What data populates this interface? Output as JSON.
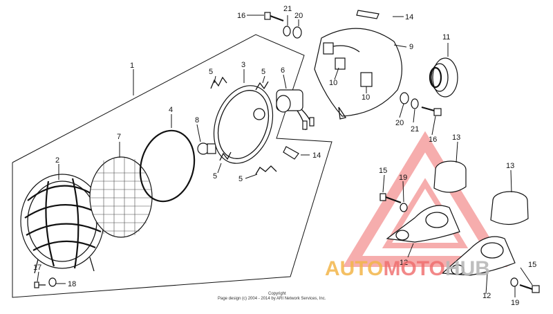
{
  "labels": {
    "p1": "1",
    "p2": "2",
    "p3": "3",
    "p4": "4",
    "p5a": "5",
    "p5b": "5",
    "p5c": "5",
    "p5d": "5",
    "p6": "6",
    "p7": "7",
    "p8": "8",
    "p9": "9",
    "p10a": "10",
    "p10b": "10",
    "p11": "11",
    "p12a": "12",
    "p12b": "12",
    "p13a": "13",
    "p13b": "13",
    "p14a": "14",
    "p14b": "14",
    "p15a": "15",
    "p15b": "15",
    "p16a": "16",
    "p16b": "16",
    "p17": "17",
    "p18": "18",
    "p19a": "19",
    "p19b": "19",
    "p20a": "20",
    "p20b": "20",
    "p21a": "21",
    "p21b": "21"
  },
  "copyright": {
    "line1": "Copyright",
    "line2": "Page design (c) 2004 - 2014 by ARI Network Services, Inc."
  },
  "watermark": {
    "part1": "AUTO",
    "part2": "MOTO",
    "part3": "HUB",
    "colors": {
      "auto": "#f3b64a",
      "moto": "#ef6b6b",
      "hub": "#b8b8b8",
      "triangle": "#ef6b6b"
    }
  }
}
